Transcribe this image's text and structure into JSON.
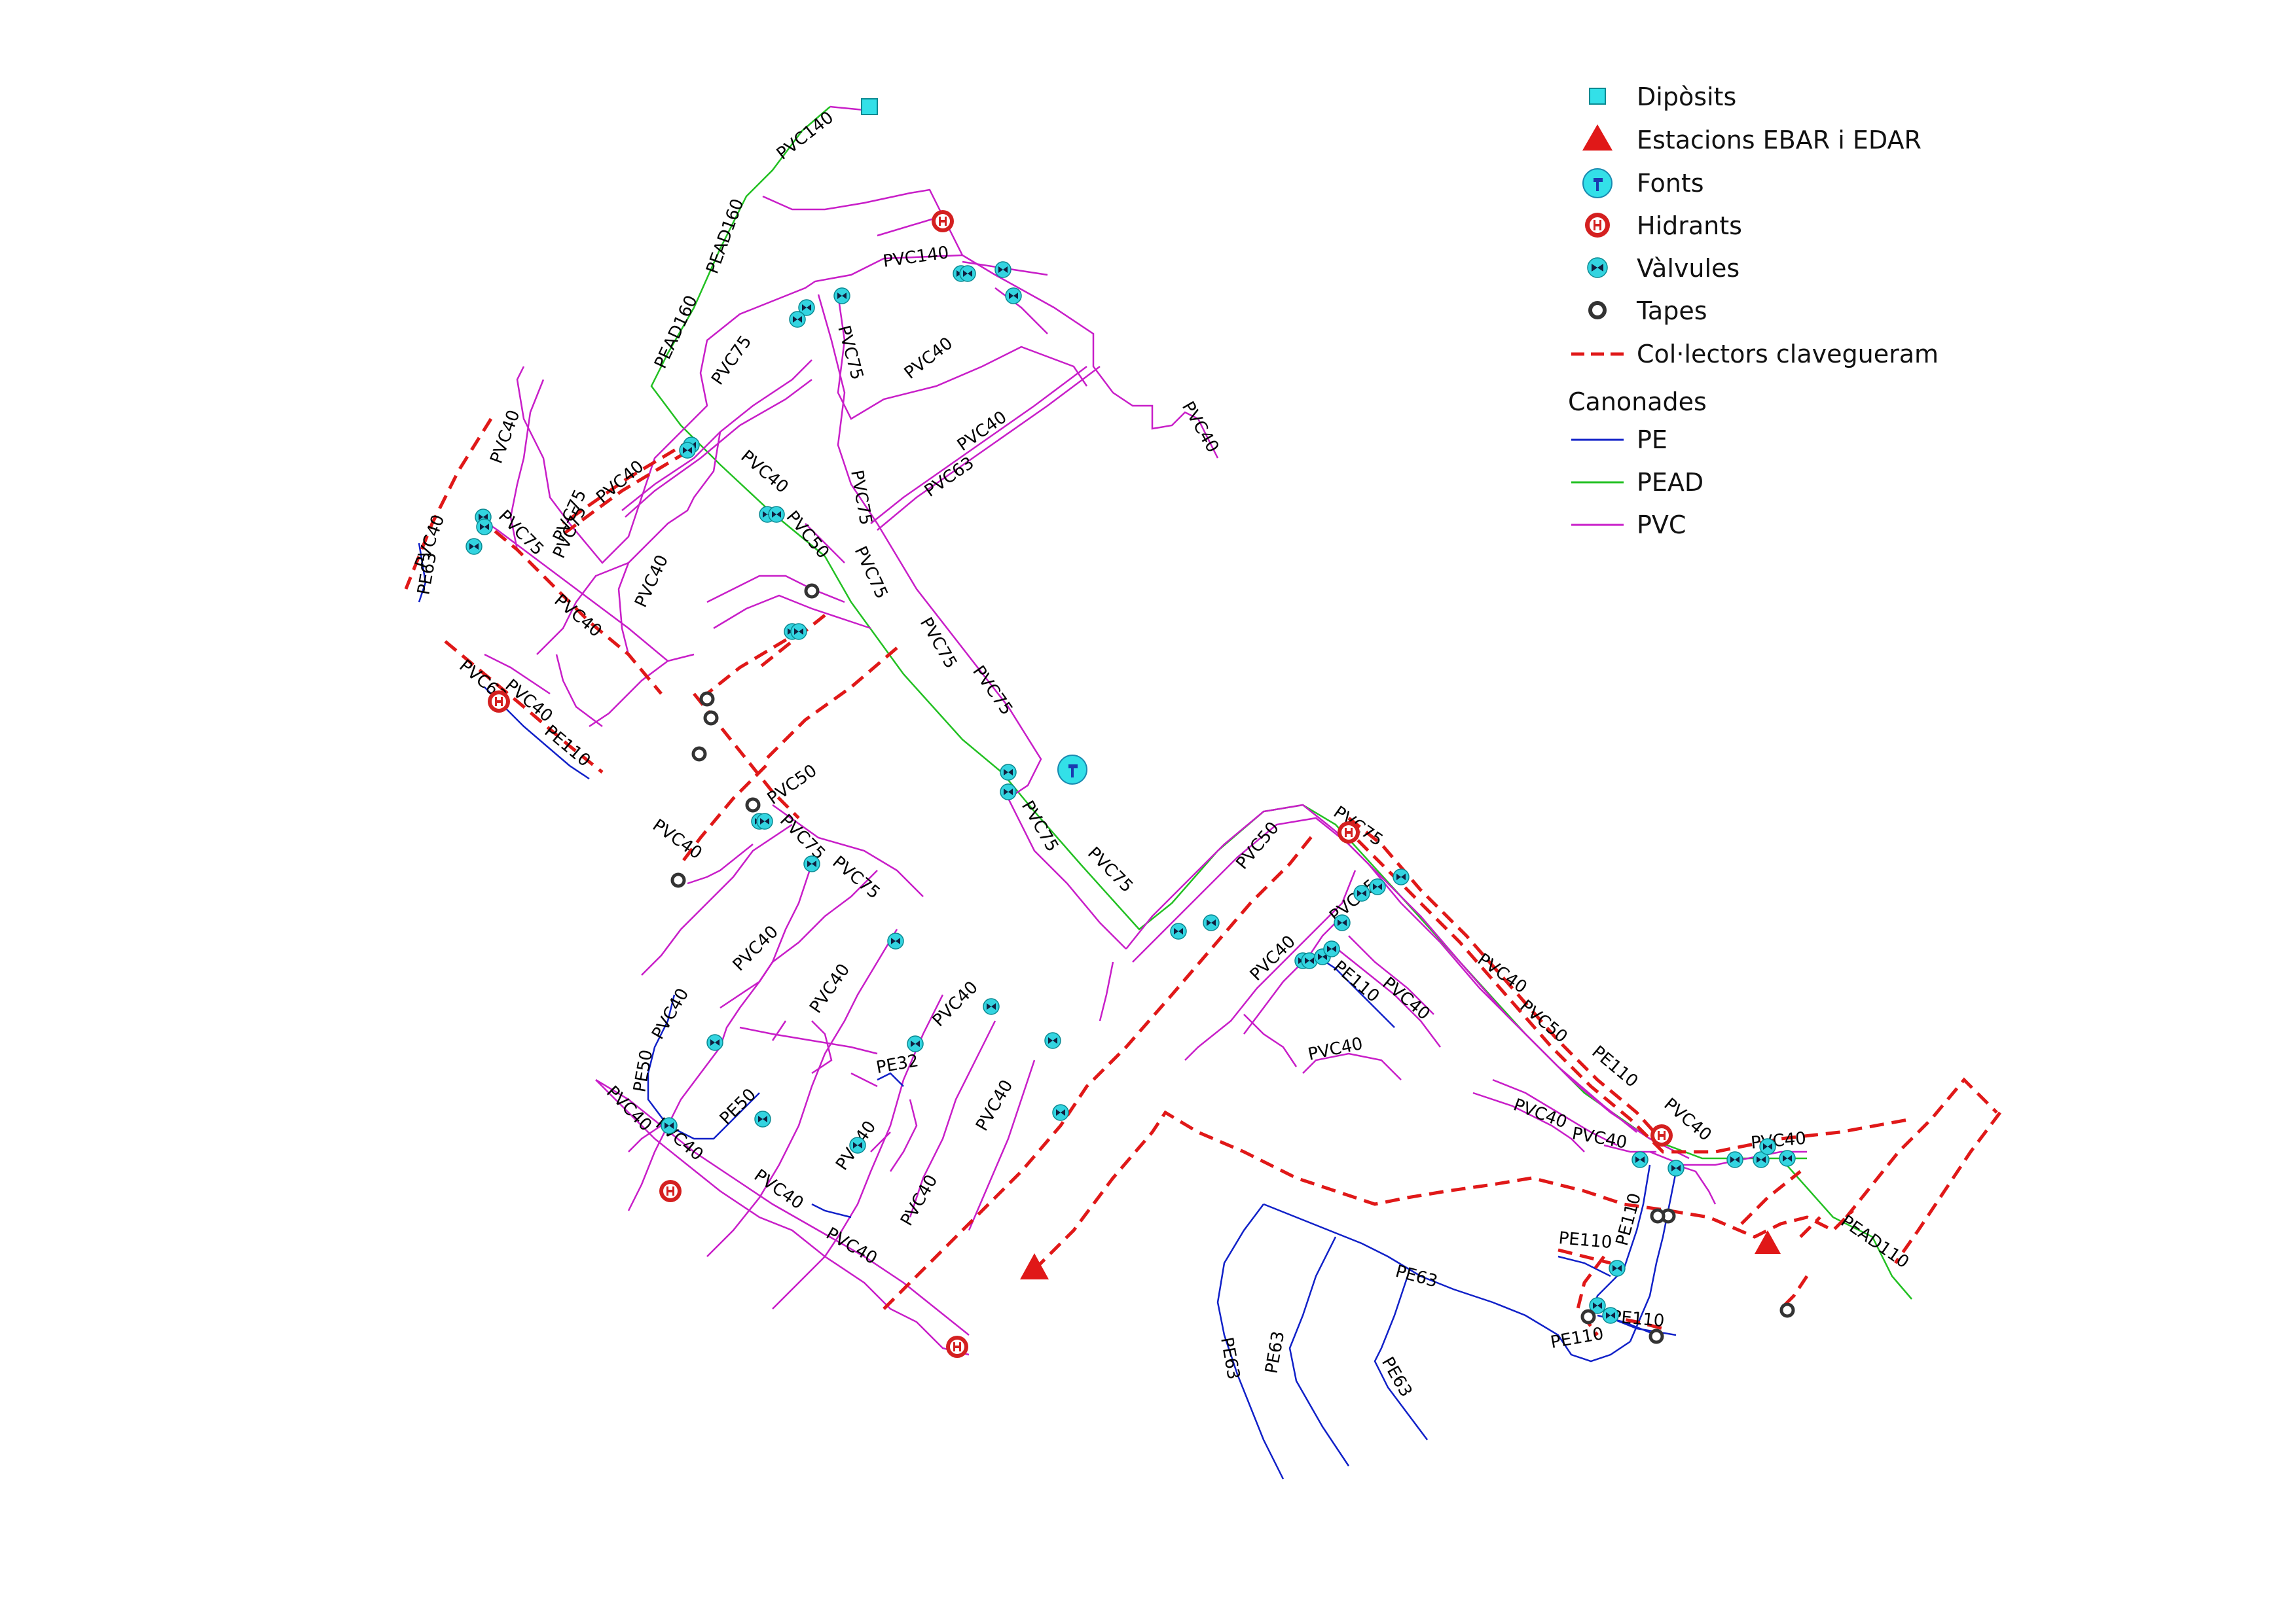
{
  "legend": {
    "items": [
      {
        "label": "Dipòsits",
        "icon": "deposit-icon"
      },
      {
        "label": "Estacions EBAR i EDAR",
        "icon": "station-icon"
      },
      {
        "label": "Fonts",
        "icon": "fountain-icon"
      },
      {
        "label": "Hidrants",
        "icon": "hydrant-icon"
      },
      {
        "label": "Vàlvules",
        "icon": "valve-icon"
      },
      {
        "label": "Tapes",
        "icon": "cap-icon"
      },
      {
        "label": "Col·lectors clavegueram",
        "icon": "sewer-collector-line"
      }
    ],
    "pipes_title": "Canonades",
    "pipes": [
      {
        "label": "PE",
        "color": "#1020c8"
      },
      {
        "label": "PEAD",
        "color": "#22c022"
      },
      {
        "label": "PVC",
        "color": "#c81ec8"
      }
    ]
  },
  "colors": {
    "pvc": "#c81ec8",
    "pe": "#1020c8",
    "pead": "#22c022",
    "collector": "#e01818",
    "deposit": "#33e0e8",
    "valve": "#33d4e0",
    "hydrant": "#d42020",
    "station": "#e01818"
  },
  "pipe_labels": [
    "PVC140",
    "PEAD160",
    "PEAD160",
    "PVC140",
    "PVC75",
    "PVC75",
    "PVC40",
    "PVC40",
    "PVC63",
    "PVC40",
    "PVC40",
    "PVC75",
    "PVC40",
    "PVC40",
    "PE63",
    "PVC75",
    "PVC75",
    "PVC40",
    "PVC50",
    "PVC40",
    "PVC75",
    "PVC75",
    "PVC75",
    "PVC40",
    "PVC63",
    "PVC40",
    "PE110",
    "PVC50",
    "PVC40",
    "PVC75",
    "PVC75",
    "PVC75",
    "PVC75",
    "PVC75",
    "PVC40",
    "PVC40",
    "PE50",
    "PVC40",
    "PVC40",
    "PE32",
    "PVC40",
    "PE50",
    "PVC40",
    "PVC40",
    "PVC40",
    "PVC40",
    "PVC40",
    "PVC40",
    "PVC75",
    "PVC50",
    "PVC25",
    "PVC40",
    "PE110",
    "PVC40",
    "PVC40",
    "PVC40",
    "PVC50",
    "PE110",
    "PVC40",
    "PVC40",
    "PVC40",
    "PVC40",
    "PE110",
    "PE110",
    "PE110",
    "PE110",
    "PEAD110",
    "PE63",
    "PE63",
    "PE63",
    "PE63"
  ]
}
